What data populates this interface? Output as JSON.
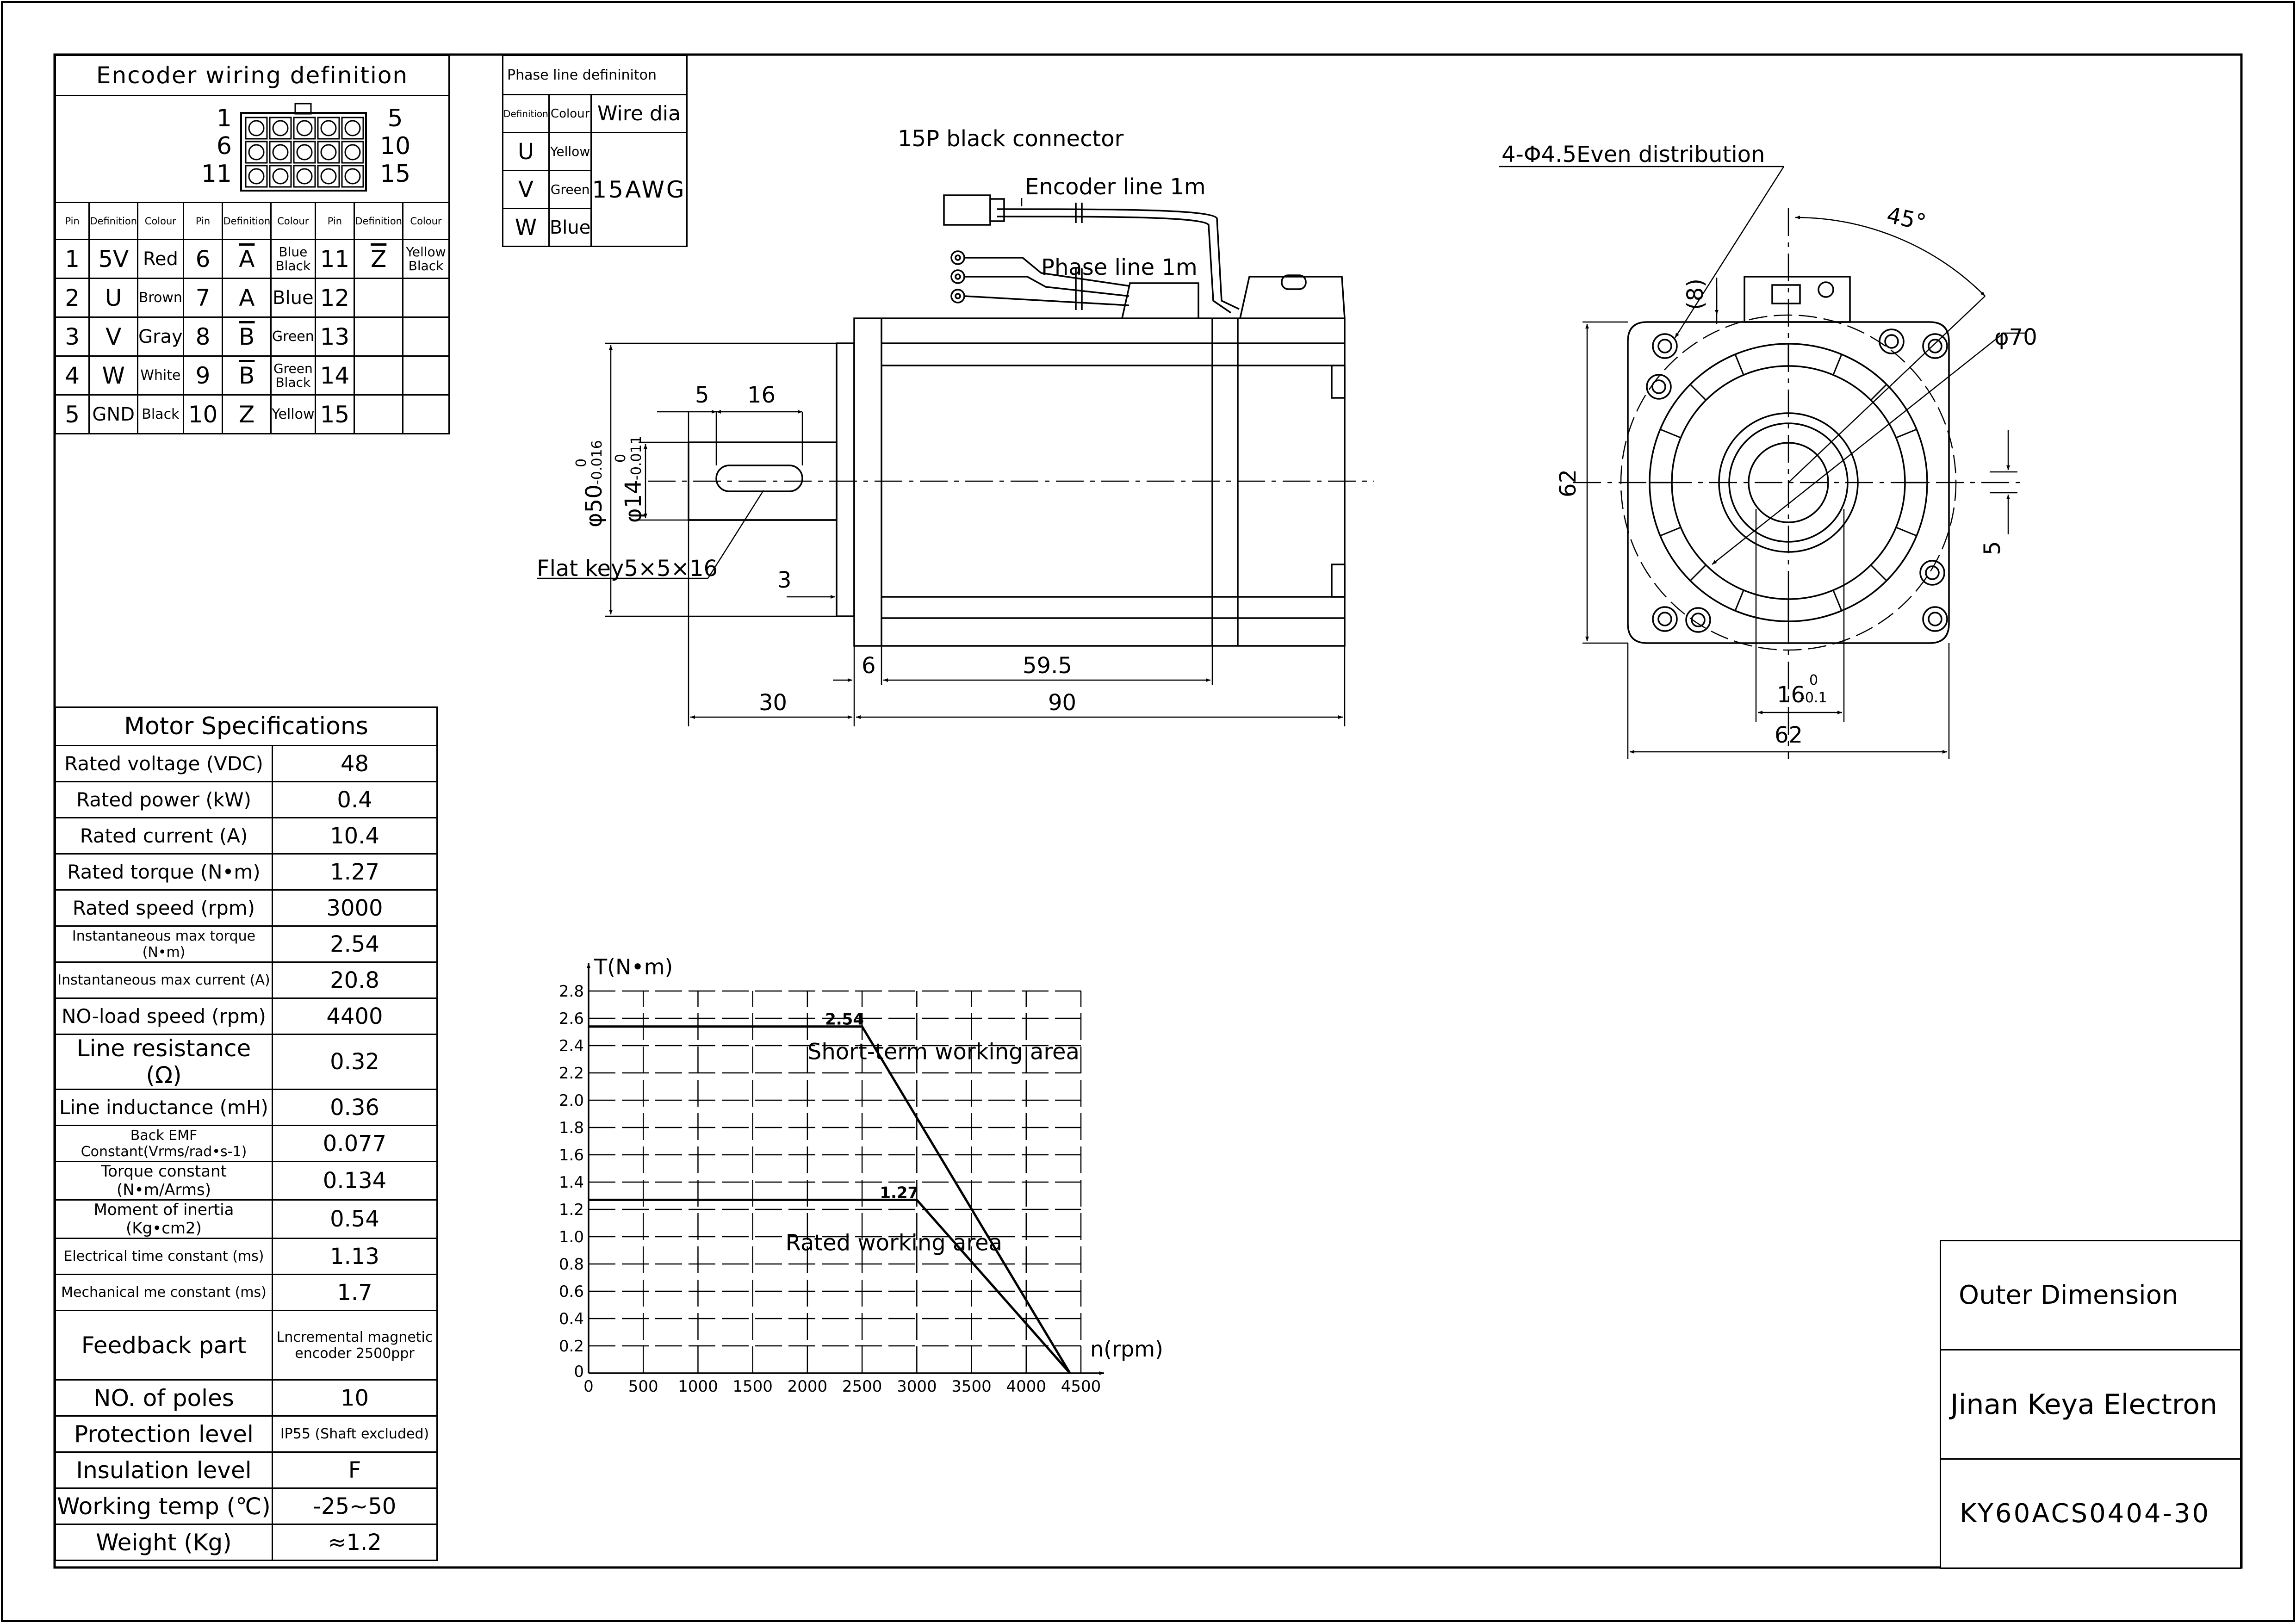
{
  "encoder": {
    "title": "Encoder wiring definition",
    "connector_pins_left": [
      "1",
      "6",
      "11"
    ],
    "connector_pins_right": [
      "5",
      "10",
      "15"
    ],
    "headers": [
      "Pin",
      "Definition",
      "Colour",
      "Pin",
      "Definition",
      "Colour",
      "Pin",
      "Definition",
      "Colour"
    ],
    "rows": [
      [
        "1",
        "5V",
        "Red",
        "6",
        "A",
        "Blue Black",
        "11",
        "Z",
        "Yellow Black"
      ],
      [
        "2",
        "U",
        "Brown",
        "7",
        "A",
        "Blue",
        "12",
        "",
        ""
      ],
      [
        "3",
        "V",
        "Gray",
        "8",
        "B",
        "Green",
        "13",
        "",
        ""
      ],
      [
        "4",
        "W",
        "White",
        "9",
        "B",
        "Green Black",
        "14",
        "",
        ""
      ],
      [
        "5",
        "GND",
        "Black",
        "10",
        "Z",
        "Yellow",
        "15",
        "",
        ""
      ]
    ]
  },
  "phase": {
    "title": "Phase line defininiton",
    "headers": [
      "Definition",
      "Colour",
      "Wire dia"
    ],
    "wire_dia": "15AWG",
    "rows": [
      [
        "U",
        "Yellow"
      ],
      [
        "V",
        "Green"
      ],
      [
        "W",
        "Blue"
      ]
    ]
  },
  "side_view": {
    "connector_label": "15P black connector",
    "encoder_line": "Encoder line 1m",
    "phase_line": "Phase line 1m",
    "key_label": "Flat key5×5×16",
    "dims": {
      "d5": "5",
      "d16": "16",
      "d3": "3",
      "d6": "6",
      "d59_5": "59.5",
      "d30": "30",
      "d90": "90",
      "phi50": "φ50",
      "phi50_tol": "-0.016",
      "phi14": "φ14",
      "phi14_tol": "-0.011",
      "zero": "0"
    }
  },
  "front_view": {
    "holes_label": "4-Φ4.5Even distribution",
    "angle": "45°",
    "phi70": "φ70",
    "d8": "(8)",
    "d62_v": "62",
    "d5": "5",
    "d16": "16",
    "d16_tol": "-0.1",
    "d16_up": "0",
    "d62_h": "62"
  },
  "specs": {
    "title": "Motor Specifications",
    "rows": [
      [
        "Rated voltage (VDC)",
        "48"
      ],
      [
        "Rated power (kW)",
        "0.4"
      ],
      [
        "Rated current (A)",
        "10.4"
      ],
      [
        "Rated torque (N•m)",
        "1.27"
      ],
      [
        "Rated speed (rpm)",
        "3000"
      ],
      [
        "Instantaneous max torque (N•m)",
        "2.54"
      ],
      [
        "Instantaneous max current (A)",
        "20.8"
      ],
      [
        "NO-load speed (rpm)",
        "4400"
      ],
      [
        "Line resistance (Ω)",
        "0.32"
      ],
      [
        "Line inductance (mH)",
        "0.36"
      ],
      [
        "Back EMF Constant(Vrms/rad•s-1)",
        "0.077"
      ],
      [
        "Torque constant (N•m/Arms)",
        "0.134"
      ],
      [
        "Moment of inertia (Kg•cm2)",
        "0.54"
      ],
      [
        "Electrical time constant (ms)",
        "1.13"
      ],
      [
        "Mechanical me constant (ms)",
        "1.7"
      ],
      [
        "Feedback part",
        "Lncremental magnetic encoder 2500ppr"
      ],
      [
        "NO. of poles",
        "10"
      ],
      [
        "Protection level",
        "IP55 (Shaft excluded)"
      ],
      [
        "Insulation level",
        "F"
      ],
      [
        "Working temp (℃)",
        "-25~50"
      ],
      [
        "Weight (Kg)",
        "≈1.2"
      ]
    ]
  },
  "chart_data": {
    "type": "line",
    "title": "",
    "xlabel": "n(rpm)",
    "ylabel": "T(N•m)",
    "xlim": [
      0,
      4500
    ],
    "ylim": [
      0,
      2.8
    ],
    "x_ticks": [
      "0",
      "500",
      "1000",
      "1500",
      "2000",
      "2500",
      "3000",
      "3500",
      "4000",
      "4500"
    ],
    "y_ticks": [
      "0.2",
      "0.4",
      "0.6",
      "0.8",
      "1.0",
      "1.2",
      "1.4",
      "1.6",
      "1.8",
      "2.0",
      "2.2",
      "2.4",
      "2.6",
      "2.8"
    ],
    "y_origin_label": "0",
    "grid": true,
    "series": [
      {
        "x": [
          0,
          2500,
          4400
        ],
        "y": [
          2.54,
          2.54,
          0
        ]
      },
      {
        "x": [
          0,
          3000,
          4400
        ],
        "y": [
          1.27,
          1.27,
          0
        ]
      }
    ],
    "annotations": [
      {
        "text": "2.54",
        "x": 2500,
        "y": 2.54
      },
      {
        "text": "1.27",
        "x": 3000,
        "y": 1.27
      },
      {
        "text": "Short-term working area",
        "x": 2000,
        "y": 2.3
      },
      {
        "text": "Rated working area",
        "x": 1800,
        "y": 0.9
      }
    ]
  },
  "title_block": {
    "drawing": "Outer Dimension",
    "company": "Jinan Keya Electron",
    "model": "KY60ACS0404-30"
  }
}
